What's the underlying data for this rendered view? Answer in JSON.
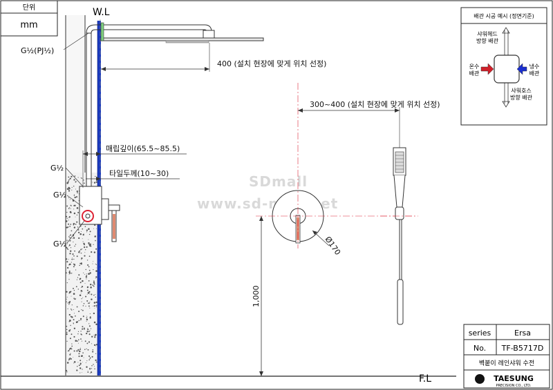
{
  "unit_box": {
    "header": "단위",
    "value": "mm"
  },
  "reference_lines": {
    "wall_line": "W.L",
    "floor_line": "F.L"
  },
  "pipe_labels": {
    "top_thread": "G½(PJ½)",
    "mid_thread_1": "G½",
    "mid_thread_2": "G½",
    "bottom_thread": "G½"
  },
  "dimensions": {
    "arm_length": "400 (설치 현장에 맞게 위치 선정)",
    "hand_shower_offset": "300~400 (설치 현장에 맞게 위치 선정)",
    "embed_depth": "매립깊이(65.5~85.5)",
    "tile_thickness": "타일두께(10~30)",
    "plate_diameter": "Ø170",
    "height": "1,000"
  },
  "watermark": {
    "line1": "SDmall",
    "line2": "www.sd-mall.net"
  },
  "inset": {
    "title": "배관 시공 예시 (정면기준)",
    "top_label_1": "샤워헤드",
    "top_label_2": "방향 배관",
    "left_label_1": "온수",
    "left_label_2": "배관",
    "right_label_1": "냉수",
    "right_label_2": "배관",
    "bottom_label_1": "샤워호스",
    "bottom_label_2": "방향 배관",
    "hot_color": "#d0202a",
    "cold_color": "#1a2fcf"
  },
  "title_block": {
    "series_label": "series",
    "series_value": "Ersa",
    "no_label": "No.",
    "no_value": "TF-B5717D",
    "product_name": "벽붙이 레인샤워 수전",
    "brand": "TAESUNG",
    "brand_sub": "PRECISION CO., LTD."
  }
}
